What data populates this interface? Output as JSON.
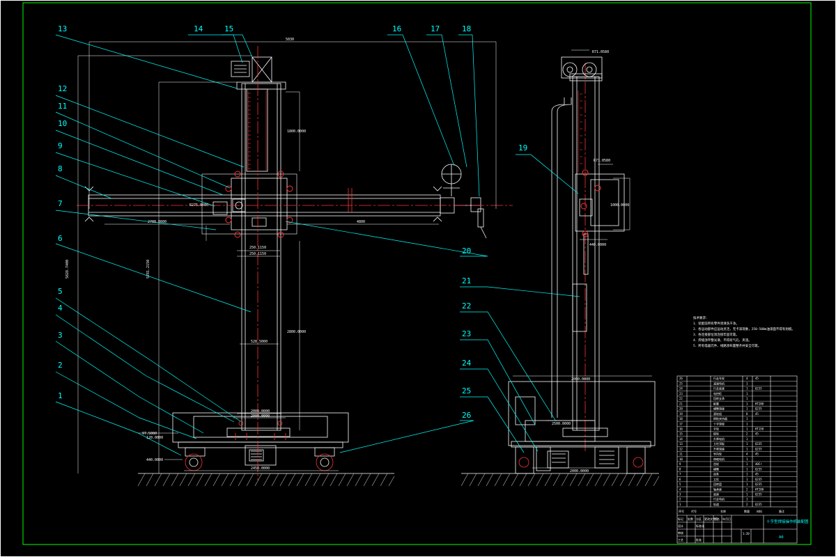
{
  "colors": {
    "background": "#000000",
    "frame": "#00ff00",
    "outline": "#ffffff",
    "leader": "#00ffff",
    "centerline": "#ff0000",
    "highlight": "#ff3333",
    "hatch": "#bbbbbb"
  },
  "numbers": [
    "1",
    "2",
    "3",
    "4",
    "5",
    "6",
    "7",
    "8",
    "9",
    "10",
    "11",
    "12",
    "13",
    "14",
    "15",
    "16",
    "17",
    "18",
    "19",
    "20",
    "21",
    "22",
    "23",
    "24",
    "25",
    "26"
  ],
  "dims": {
    "top_width": "5030",
    "total_height": "5828.7400",
    "mast_height": "5781.2150",
    "upper_mast": "1800.0000",
    "lower_mast": "2800.0000",
    "mast_inner": "528.5000",
    "boom_left": "2700.0000",
    "boom_right": "4800",
    "boom_motor": "R275.0000",
    "carriage_a": "250.1150",
    "carriage_b": "250.1150",
    "base_top": "2000.0000",
    "base_mid": "2000.0000",
    "base_bottom": "2450.0000",
    "wheel_height": "440.0000",
    "side_top": "R71.0580",
    "side_mid": "R71.0580",
    "side_carriage": "1000.0000",
    "side_carriage_low": "440.0000",
    "side_base_top": "2000.0000",
    "side_base_mid": "2500.0000",
    "side_base_bottom": "2000.0000",
    "left_small_a": "97.5000",
    "left_small_b": "120.0000"
  },
  "notes": {
    "title": "技术要求：",
    "items": [
      "1．装配前所有零件须清洗干净。",
      "2．各运动部件应运动灵活，无卡滞现象，250-500m油漆面不得有划痕。",
      "3．各连接部位须连接牢固可靠。",
      "4．焊缝须平整光滑，不得有气孔、夹渣。",
      "5．所有电器元件、线路须布置整齐并安全可靠。"
    ]
  },
  "title_block": {
    "drawing_title": "十字型焊接操作机装配图",
    "sheet_size": "A0",
    "scale": "1:20",
    "header_cells": [
      "序号",
      "代号",
      "名称",
      "数量",
      "材料",
      "备注"
    ],
    "sign_cells": [
      "标记",
      "处数",
      "分区",
      "更改文件号",
      "签名",
      "年月日",
      "设计",
      "标准化",
      "审核",
      "工艺",
      "批准"
    ],
    "rows": [
      {
        "no": "26",
        "name": "行走车轮",
        "qty": "4",
        "mat": "45"
      },
      {
        "no": "25",
        "name": "减速电机",
        "qty": "1",
        "mat": ""
      },
      {
        "no": "24",
        "name": "行走底座",
        "qty": "1",
        "mat": "Q235"
      },
      {
        "no": "23",
        "name": "电控柜",
        "qty": "1",
        "mat": ""
      },
      {
        "no": "22",
        "name": "回转支承",
        "qty": "1",
        "mat": ""
      },
      {
        "no": "21",
        "name": "配重",
        "qty": "1",
        "mat": "HT200"
      },
      {
        "no": "20",
        "name": "横臂滑座",
        "qty": "1",
        "mat": "Q235"
      },
      {
        "no": "19",
        "name": "滚轮组",
        "qty": "8",
        "mat": "45"
      },
      {
        "no": "18",
        "name": "焊枪夹持器",
        "qty": "1",
        "mat": ""
      },
      {
        "no": "17",
        "name": "十字滑架",
        "qty": "1",
        "mat": ""
      },
      {
        "no": "16",
        "name": "手轮",
        "qty": "1",
        "mat": "HT150"
      },
      {
        "no": "15",
        "name": "链轮",
        "qty": "2",
        "mat": "45"
      },
      {
        "no": "14",
        "name": "升降电机",
        "qty": "1",
        "mat": ""
      },
      {
        "no": "13",
        "name": "立柱顶板",
        "qty": "1",
        "mat": "Q235"
      },
      {
        "no": "12",
        "name": "升降滑座",
        "qty": "1",
        "mat": "Q235"
      },
      {
        "no": "11",
        "name": "导向轮",
        "qty": "4",
        "mat": "45"
      },
      {
        "no": "10",
        "name": "伸缩电机",
        "qty": "1",
        "mat": ""
      },
      {
        "no": "9",
        "name": "齿轮",
        "qty": "1",
        "mat": "40Cr"
      },
      {
        "no": "8",
        "name": "横臂",
        "qty": "1",
        "mat": "Q235"
      },
      {
        "no": "7",
        "name": "齿条",
        "qty": "1",
        "mat": "45"
      },
      {
        "no": "6",
        "name": "立柱",
        "qty": "1",
        "mat": "Q235"
      },
      {
        "no": "5",
        "name": "回转盘",
        "qty": "1",
        "mat": "Q235"
      },
      {
        "no": "4",
        "name": "轴承座",
        "qty": "2",
        "mat": "HT200"
      },
      {
        "no": "3",
        "name": "底座",
        "qty": "1",
        "mat": "Q235"
      },
      {
        "no": "2",
        "name": "行走电机",
        "qty": "1",
        "mat": ""
      },
      {
        "no": "1",
        "name": "轨道",
        "qty": "2",
        "mat": "Q235"
      }
    ]
  }
}
